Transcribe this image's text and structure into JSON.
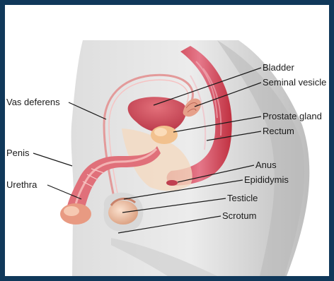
{
  "colors": {
    "border": "#10385a",
    "background": "#ffffff",
    "body_shadow": "#c9c9c9",
    "body_light": "#e9e9e9",
    "organ_red": "#d4505a",
    "organ_pink": "#e9a09a",
    "tissue_peach": "#f1c9a3"
  },
  "labels": {
    "bladder": "Bladder",
    "seminal_vesicle": "Seminal vesicle",
    "prostate_gland": "Prostate gland",
    "rectum": "Rectum",
    "vas_deferens": "Vas deferens",
    "penis": "Penis",
    "urethra": "Urethra",
    "anus": "Anus",
    "epididymis": "Epididymis",
    "testicle": "Testicle",
    "scrotum": "Scrotum"
  }
}
